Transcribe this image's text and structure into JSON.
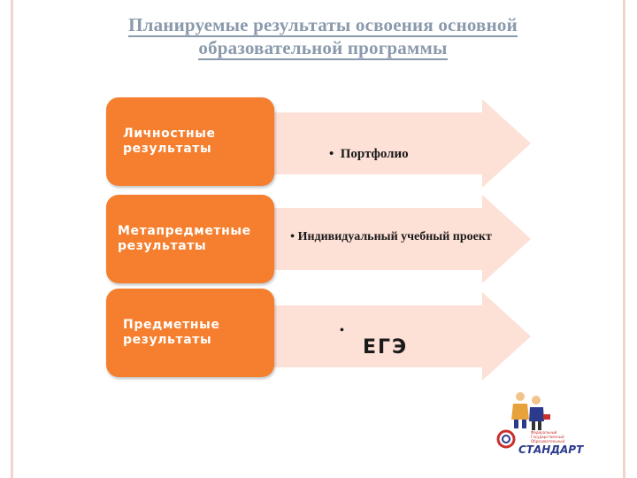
{
  "slide": {
    "title_line1": "Планируемые результаты освоения основной",
    "title_line2": "образовательной программы"
  },
  "diagram": {
    "rows": [
      {
        "label": "Личностные результаты",
        "bullet": "Портфолио"
      },
      {
        "label": "Метапредметные результаты",
        "bullet": "Индивидуальный учебный проект"
      },
      {
        "label": "Предметные результаты",
        "bullet": "ЕГЭ"
      }
    ]
  },
  "logo": {
    "lines": [
      "Федеральный",
      "Государственный",
      "Образовательный"
    ],
    "name": "СТАНДАРТ"
  },
  "colors": {
    "box": "#f57f2e",
    "arrow": "#fde0d6",
    "title": "#8a9aac",
    "frame": "#f1d4cb"
  }
}
